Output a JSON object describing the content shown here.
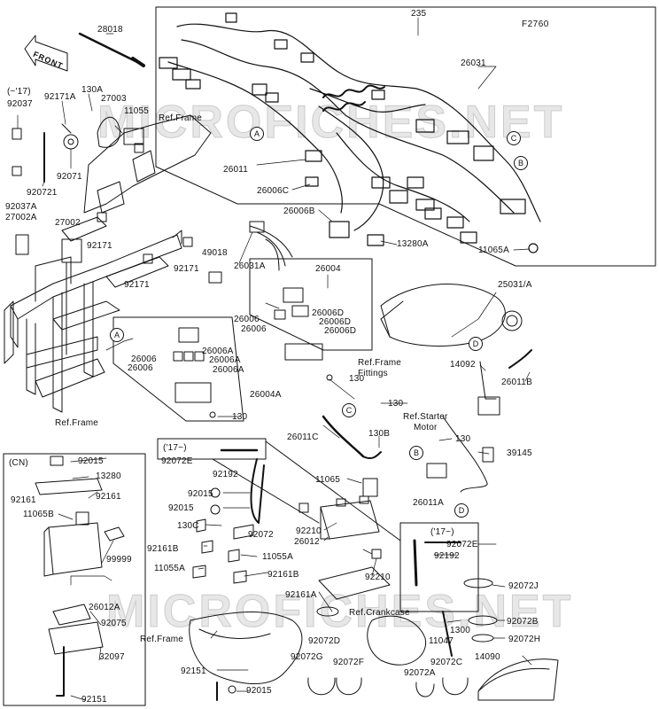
{
  "figure_code": "F2760",
  "watermark": "MICROFICHES.NET",
  "front_label": "FRONT",
  "box_labels": {
    "year_17_before": "(~'17)",
    "year_17_after_a": "('17~)",
    "year_17_after_b": "('17~)",
    "cn": "(CN)"
  },
  "callouts": [
    "A",
    "A",
    "B",
    "B",
    "C",
    "C",
    "D",
    "D"
  ],
  "refs": {
    "frame_top": "Ref.Frame",
    "frame_left": "Ref.Frame",
    "frame_bottom": "Ref.Frame",
    "frame_fittings": "Ref.Frame\nFittings",
    "starter_motor": "Ref.Starter\nMotor",
    "crankcase": "Ref.Crankcase"
  },
  "parts": {
    "p235": "235",
    "p28018": "28018",
    "p26031": "26031",
    "p130A": "130A",
    "p27003": "27003",
    "p92171A": "92171A",
    "p11055": "11055",
    "p92037": "92037",
    "p92071": "92071",
    "p920721": "920721",
    "p92037A": "92037A",
    "p27002A": "27002A",
    "p27002": "27002",
    "p26011": "26011",
    "p26006C": "26006C",
    "p26006B": "26006B",
    "p13280A": "13280A",
    "p11065A": "11065A",
    "p92171a": "92171",
    "p92171b": "92171",
    "p92171c": "92171",
    "p49018": "49018",
    "p26031A": "26031A",
    "p26004": "26004",
    "p26006_1": "26006",
    "p26006_2": "26006",
    "p26006D_1": "26006D",
    "p26006D_2": "26006D",
    "p26006D_3": "26006D",
    "p26006_3": "26006",
    "p26006_4": "26006",
    "p26006A_1": "26006A",
    "p26006A_2": "26006A",
    "p26006A_3": "26006A",
    "p26004A": "26004A",
    "p130_1": "130",
    "p130_2": "130",
    "p130_3": "130",
    "p130_4": "130",
    "p25031A": "25031/A",
    "p14092": "14092",
    "p26011B": "26011B",
    "p26011C": "26011C",
    "p130B": "130B",
    "p39145": "39145",
    "p92072E_1": "92072E",
    "p92192_1": "92192",
    "p11065": "11065",
    "p26011A": "26011A",
    "p92015_1": "92015",
    "p92015_2": "92015",
    "p92015_3": "92015",
    "p92015_4": "92015",
    "p13280": "13280",
    "p92161_1": "92161",
    "p92161_2": "92161",
    "p11065B": "11065B",
    "p99999": "99999",
    "p26012A": "26012A",
    "p92075": "92075",
    "p32097": "32097",
    "p92151_1": "92151",
    "p92151_2": "92151",
    "p130C": "130C",
    "p92161B_1": "92161B",
    "p92161B_2": "92161B",
    "p92072_1": "92072",
    "p11055A_1": "11055A",
    "p11055A_2": "11055A",
    "p92210_1": "92210",
    "p26012": "26012",
    "p92210_2": "92210",
    "p92072E_2": "92072E",
    "p92192_2": "92192",
    "p92161A": "92161A",
    "p92072J": "92072J",
    "p92072B": "92072B",
    "p92072H": "92072H",
    "p11047": "11047",
    "p1300": "1300",
    "p92072D": "92072D",
    "p92072G": "92072G",
    "p92072F": "92072F",
    "p92072C": "92072C",
    "p92072A": "92072A",
    "p14090": "14090"
  }
}
